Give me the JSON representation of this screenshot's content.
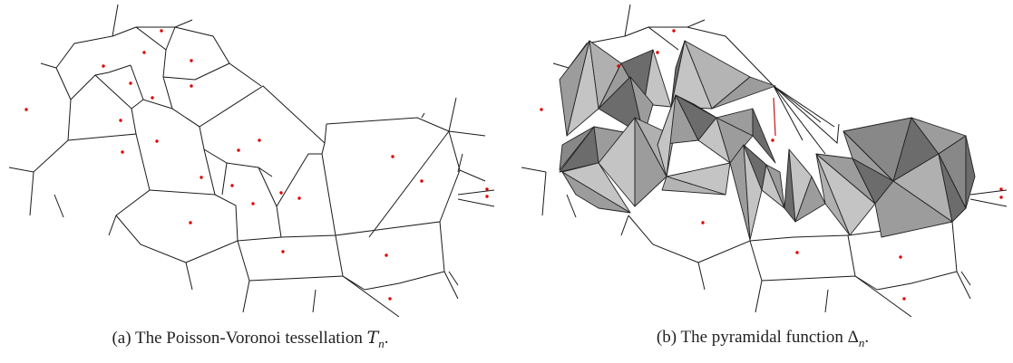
{
  "figure": {
    "panel_a": {
      "caption_prefix": "(a) The Poisson-Voronoi tessellation ",
      "caption_symbol": "T",
      "caption_subscript": "n",
      "caption_suffix": "."
    },
    "panel_b": {
      "caption_prefix": "(b) The pyramidal function ",
      "caption_symbol": "Δ",
      "caption_subscript": "n",
      "caption_suffix": "."
    }
  },
  "colors": {
    "edge": "#1a1a1a",
    "seed": "#e00000",
    "pyramid_light": "#c4c4c4",
    "pyramid_mid": "#9c9c9c",
    "pyramid_dark": "#6c6c6c"
  }
}
